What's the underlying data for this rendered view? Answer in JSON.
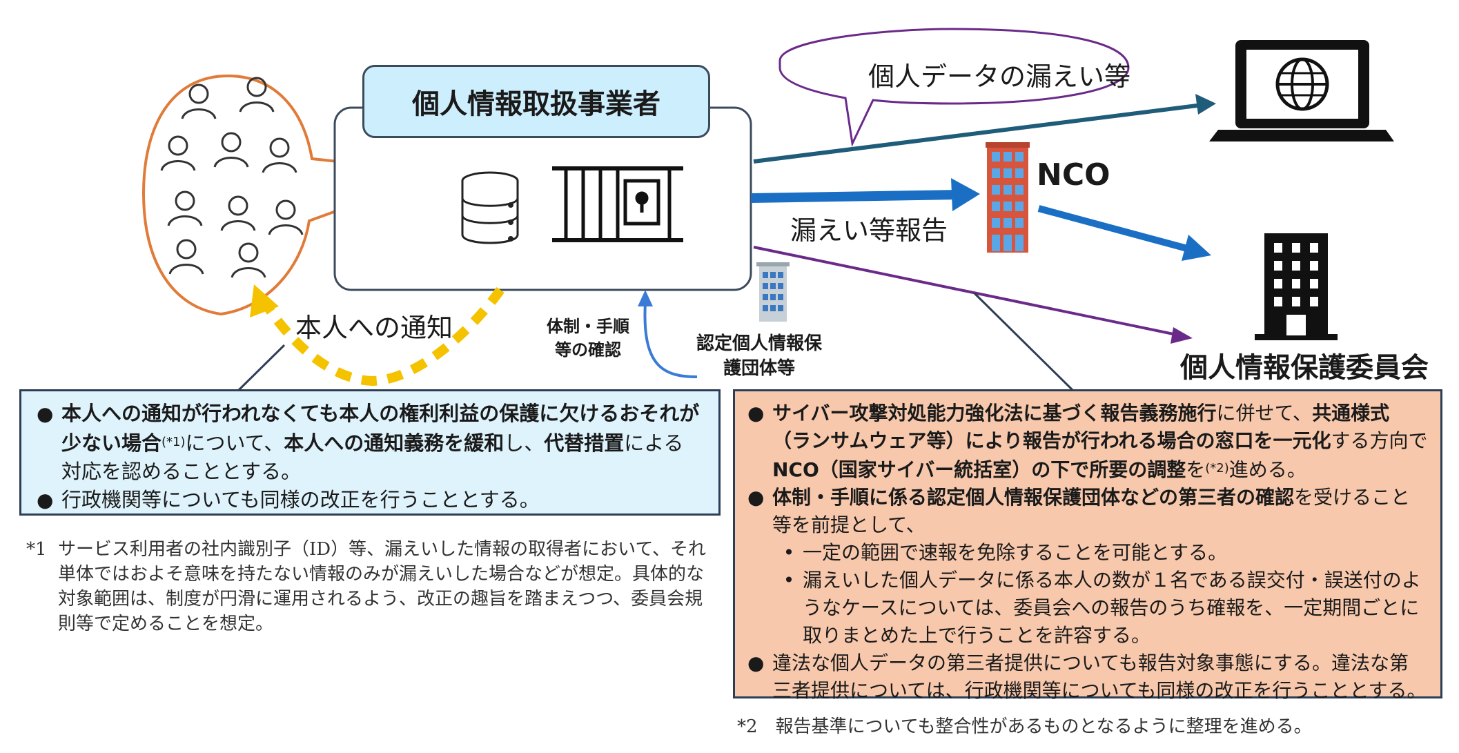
{
  "operator_title": "個人情報取扱事業者",
  "leak_bubble": "個人データの漏えい等",
  "report_label": "漏えい等報告",
  "nco_label": "NCO",
  "ppc_label": "個人情報保護委員会",
  "notice_label": "本人への通知",
  "check_label": "体制・手順等の確認",
  "org_label": "認定個人情報保護団体等",
  "left_box": {
    "b1_bold1": "本人への通知が行われなくても本人の権利利益の保護に欠けるおそれが少ない場合",
    "b1_note": "(*1)",
    "b1_t1": "について、",
    "b1_bold2": "本人への通知義務を緩和",
    "b1_t2": "し、",
    "b1_bold3": "代替措置",
    "b1_t3": "による対応を認めることとする。",
    "b2": "行政機関等についても同様の改正を行うこととする。"
  },
  "right_box": {
    "b1_bold1": "サイバー攻撃対処能力強化法に基づく報告義務施行",
    "b1_t1": "に併せて、",
    "b1_bold2": "共通様式（ランサムウェア等）により報告が行われる場合の窓口を一元化",
    "b1_t2": "する方向で",
    "b1_bold3": "NCO（国家サイバー統括室）の下で所要の調整",
    "b1_t3": "を",
    "b1_note": "(*2)",
    "b1_t4": "進める。",
    "b2_bold": "体制・手順に係る認定個人情報保護団体などの第三者の確認",
    "b2_t": "を受けること等を前提として、",
    "s1": "一定の範囲で速報を免除することを可能とする。",
    "s2": "漏えいした個人データに係る本人の数が１名である誤交付・誤送付のようなケースについては、委員会への報告のうち確報を、一定期間ごとに取りまとめた上で行うことを許容する。",
    "b3": "違法な個人データの第三者提供についても報告対象事態にする。違法な第三者提供については、行政機関等についても同様の改正を行うこととする。"
  },
  "footnote1_mark": "*1",
  "footnote1": "サービス利用者の社内識別子（ID）等、漏えいした情報の取得者において、それ単体ではおよそ意味を持たない情報のみが漏えいした場合などが想定。具体的な対象範囲は、制度が円滑に運用されるよう、改正の趣旨を踏まえつつ、委員会規則等で定めることを想定。",
  "footnote2": "*2　報告基準についても整合性があるものとなるように整理を進める。",
  "bullet": "●",
  "sub_bullet": "•",
  "colors": {
    "teal_arrow": "#1f5c7a",
    "blue_arrow": "#1a6fc4",
    "purple_arrow": "#6a2a8a",
    "dashed_arrow": "#f5c200",
    "orange_outline": "#e07b39",
    "left_box_fill": "#dff3fc",
    "right_box_fill": "#f7c8ac"
  },
  "icons": [
    "person-icon",
    "database-icon",
    "vault-icon",
    "laptop-globe-icon",
    "red-building-icon",
    "small-building-icon",
    "office-building-icon"
  ]
}
